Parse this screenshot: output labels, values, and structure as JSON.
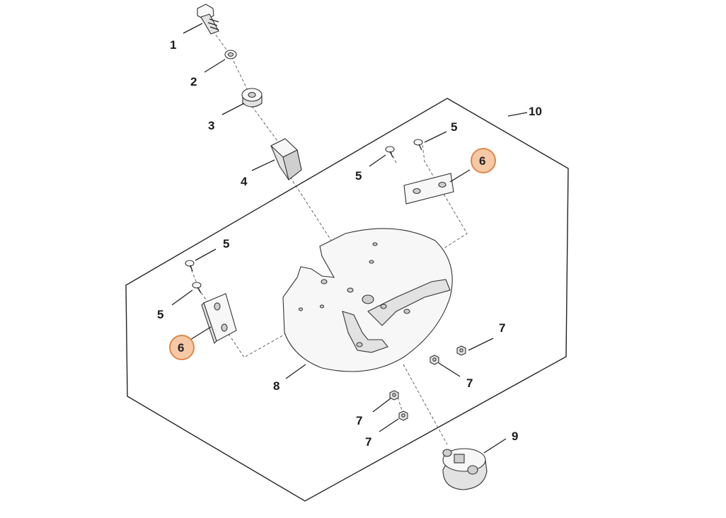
{
  "labels": {
    "l1": "1",
    "l2": "2",
    "l3": "3",
    "l4": "4",
    "l5a": "5",
    "l5b": "5",
    "l5c": "5",
    "l5d": "5",
    "l6a": "6",
    "l6b": "6",
    "l7a": "7",
    "l7b": "7",
    "l7c": "7",
    "l7d": "7",
    "l8": "8",
    "l9": "9",
    "l10": "10"
  },
  "colors": {
    "highlight_fill": "#f6c9a6",
    "highlight_stroke": "#e0874a",
    "line": "#222222"
  },
  "highlighted_parts": [
    "6"
  ]
}
